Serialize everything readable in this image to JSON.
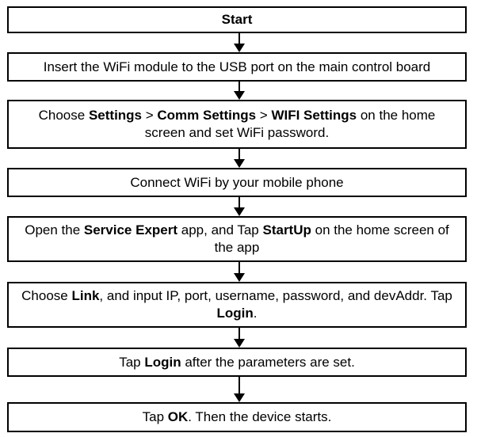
{
  "flowchart": {
    "steps": [
      {
        "parts": [
          {
            "text": "Start",
            "bold": true
          }
        ]
      },
      {
        "parts": [
          {
            "text": "Insert the WiFi module to the USB port on the main control board",
            "bold": false
          }
        ]
      },
      {
        "parts": [
          {
            "text": "Choose ",
            "bold": false
          },
          {
            "text": "Settings",
            "bold": true
          },
          {
            "text": " > ",
            "bold": false
          },
          {
            "text": "Comm Settings",
            "bold": true
          },
          {
            "text": " > ",
            "bold": false
          },
          {
            "text": "WIFI Settings",
            "bold": true
          },
          {
            "text": " on the home screen and set WiFi password.",
            "bold": false
          }
        ]
      },
      {
        "parts": [
          {
            "text": "Connect WiFi by your mobile phone",
            "bold": false
          }
        ]
      },
      {
        "parts": [
          {
            "text": "Open the ",
            "bold": false
          },
          {
            "text": "Service Expert",
            "bold": true
          },
          {
            "text": " app, and Tap ",
            "bold": false
          },
          {
            "text": "StartUp",
            "bold": true
          },
          {
            "text": " on the home screen of the app",
            "bold": false
          }
        ]
      },
      {
        "parts": [
          {
            "text": "Choose ",
            "bold": false
          },
          {
            "text": "Link",
            "bold": true
          },
          {
            "text": ", and input IP, port, username, password, and devAddr. Tap ",
            "bold": false
          },
          {
            "text": "Login",
            "bold": true
          },
          {
            "text": ".",
            "bold": false
          }
        ]
      },
      {
        "parts": [
          {
            "text": "Tap ",
            "bold": false
          },
          {
            "text": "Login",
            "bold": true
          },
          {
            "text": " after the parameters are set.",
            "bold": false
          }
        ]
      },
      {
        "parts": [
          {
            "text": "Tap ",
            "bold": false
          },
          {
            "text": "OK",
            "bold": true
          },
          {
            "text": ". Then the device starts.",
            "bold": false
          }
        ]
      }
    ]
  }
}
